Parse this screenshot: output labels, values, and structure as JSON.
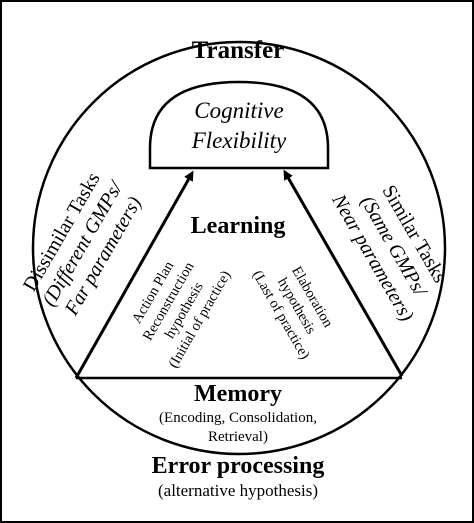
{
  "title": "Transfer",
  "top_label": {
    "line1": "Cognitive",
    "line2": "Flexibility"
  },
  "center_label": "Learning",
  "left_outer": {
    "line1": "Dissimilar Tasks",
    "line2": "(Different GMPs/",
    "line3": "Far parameters)"
  },
  "right_outer": {
    "line1": "Similar Tasks",
    "line2": "(Same GMPs/",
    "line3": "Near parameters)"
  },
  "left_inner": {
    "line1": "Action Plan",
    "line2": "Reconstruction",
    "line3": "hypothesis",
    "line4": "(Initial of practice)"
  },
  "right_inner": {
    "line1": "Elaboration",
    "line2": "hypothesis",
    "line3": "(Last of practice)"
  },
  "memory": {
    "title": "Memory",
    "line1": "(Encoding, Consolidation,",
    "line2": "Retrieval)"
  },
  "error": {
    "title": "Error processing",
    "subtitle": "(alternative hypothesis)"
  },
  "colors": {
    "stroke": "#000000",
    "background": "#ffffff"
  }
}
